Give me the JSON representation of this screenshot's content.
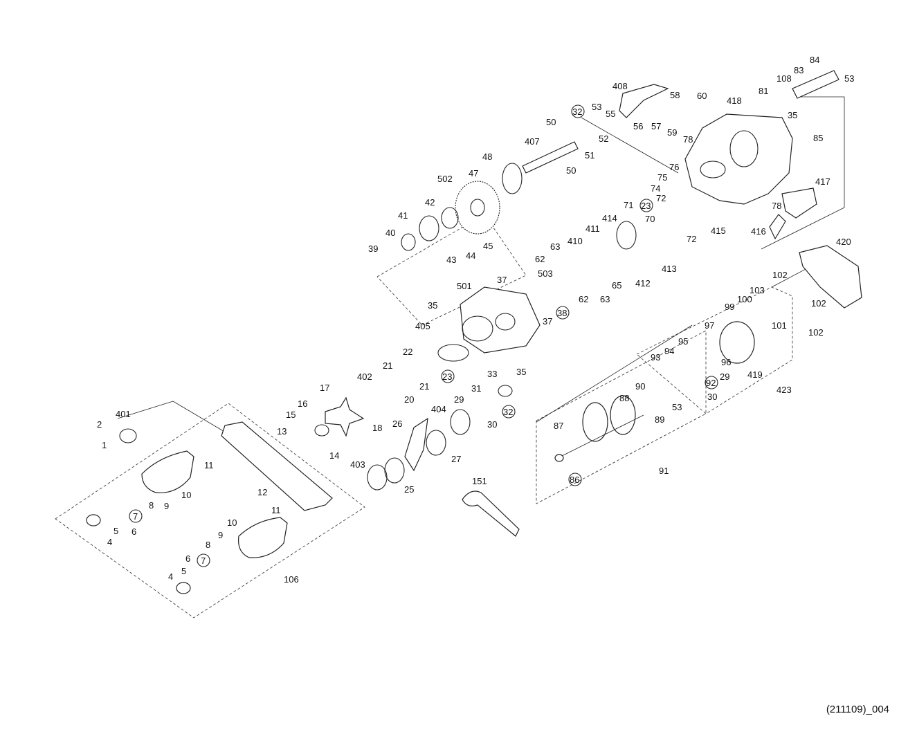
{
  "drawing_code": "(211109)_004",
  "labels": [
    "1",
    "2",
    "4",
    "5",
    "6",
    "7",
    "8",
    "9",
    "10",
    "11",
    "12",
    "13",
    "14",
    "15",
    "16",
    "17",
    "18",
    "20",
    "21",
    "22",
    "23",
    "25",
    "26",
    "27",
    "29",
    "30",
    "31",
    "32",
    "33",
    "35",
    "37",
    "38",
    "39",
    "40",
    "41",
    "42",
    "43",
    "44",
    "45",
    "47",
    "48",
    "50",
    "51",
    "52",
    "53",
    "55",
    "56",
    "57",
    "58",
    "59",
    "60",
    "62",
    "63",
    "65",
    "70",
    "71",
    "72",
    "74",
    "75",
    "76",
    "78",
    "81",
    "83",
    "84",
    "85",
    "86",
    "87",
    "88",
    "89",
    "90",
    "91",
    "92",
    "93",
    "94",
    "95",
    "96",
    "97",
    "99",
    "100",
    "101",
    "102",
    "103",
    "106",
    "108",
    "151",
    "401",
    "402",
    "403",
    "404",
    "405",
    "407",
    "408",
    "410",
    "411",
    "412",
    "413",
    "414",
    "415",
    "416",
    "417",
    "418",
    "419",
    "420",
    "423",
    "501",
    "502",
    "503"
  ],
  "circled_labels": [
    "7",
    "23",
    "32",
    "38",
    "86",
    "92"
  ]
}
